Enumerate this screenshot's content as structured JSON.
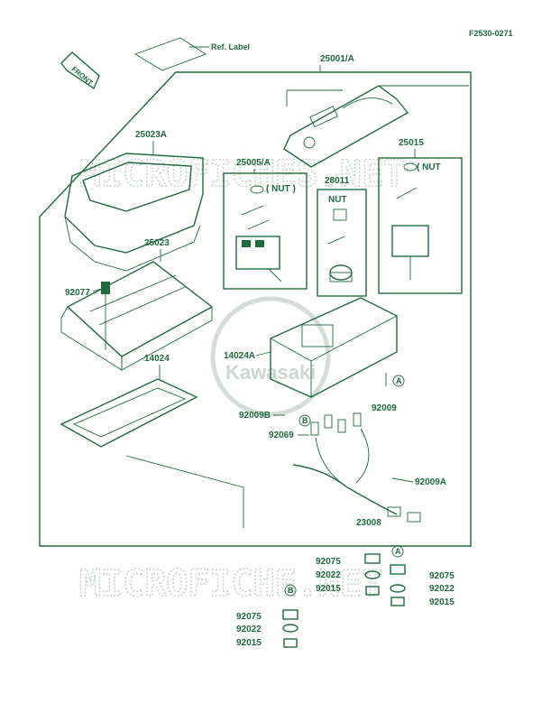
{
  "header": {
    "doc_code": "F2530-0271"
  },
  "callouts": {
    "ref_label": "Ref. Label",
    "front": "FRONT",
    "p25001": "25001/A",
    "p25023A": "25023A",
    "p25023": "25023",
    "p92077": "92077",
    "p14024": "14024",
    "p25005": "25005/A",
    "p28011": "28011",
    "p25015": "25015",
    "p14024A": "14024A",
    "p92009": "92009",
    "p92009B": "92009B",
    "p92069": "92069",
    "p92009A": "92009A",
    "p23008": "23008",
    "nut1": "( NUT )",
    "nut2": "NUT",
    "nut3": "( NUT",
    "grpA_75": "92075",
    "grpA_22": "92022",
    "grpA_15": "92015",
    "grpA_75r": "92075",
    "grpA_22r": "92022",
    "grpA_15r": "92015",
    "grpB_75": "92075",
    "grpB_22": "92022",
    "grpB_15": "92015",
    "markA1": "A",
    "markA2": "A",
    "markB1": "B",
    "markB2": "B"
  },
  "watermark": {
    "text1": "MICROFICHES.NET",
    "text2": "MICROFICHE.NET",
    "center": "Kawasaki"
  },
  "colors": {
    "ink": "#1f6b3c",
    "watermark": "#c9d3cd"
  }
}
